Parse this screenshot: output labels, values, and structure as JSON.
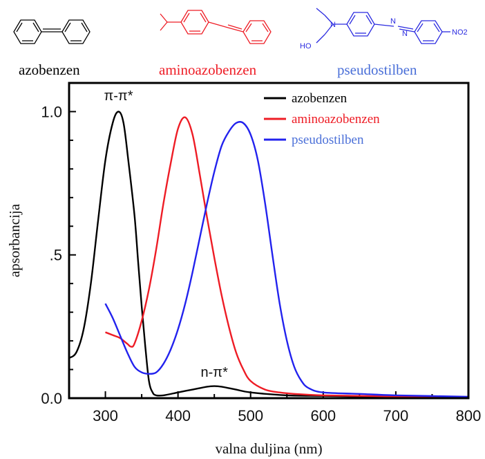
{
  "molecules": [
    {
      "label": "azobenzen",
      "color": "#000000"
    },
    {
      "label": "aminoazobenzen",
      "color": "#ee1c25"
    },
    {
      "label": "pseudostilben",
      "color": "#4a6fd8",
      "atoms": {
        "n1": "N",
        "n2": "N",
        "n3": "N",
        "ho": "HO",
        "no2": "NO2"
      }
    }
  ],
  "chart_data": {
    "type": "line",
    "xlabel": "valna duljina (nm)",
    "ylabel": "apsorbancija",
    "xlim": [
      250,
      800
    ],
    "ylim": [
      0,
      1.1
    ],
    "xticks": [
      300,
      400,
      500,
      600,
      700,
      800
    ],
    "yticks": [
      {
        "value": 0,
        "label": "0.0"
      },
      {
        "value": 0.5,
        "label": ".5"
      },
      {
        "value": 1.0,
        "label": "1.0"
      }
    ],
    "legend_position": "top-right",
    "annotations": [
      {
        "text": "π-π*",
        "x": 318,
        "y": 1.04
      },
      {
        "text": "n-π*",
        "x": 450,
        "y": 0.075
      }
    ],
    "series": [
      {
        "name": "azobenzen",
        "color": "#000000",
        "x": [
          250,
          260,
          270,
          280,
          290,
          300,
          310,
          318,
          325,
          332,
          340,
          345,
          350,
          355,
          360,
          365,
          370,
          380,
          400,
          420,
          440,
          450,
          460,
          480,
          500,
          550,
          600,
          650,
          700,
          800
        ],
        "y": [
          0.14,
          0.16,
          0.24,
          0.4,
          0.62,
          0.83,
          0.96,
          1.0,
          0.96,
          0.82,
          0.64,
          0.48,
          0.32,
          0.18,
          0.06,
          0.02,
          0.01,
          0.01,
          0.02,
          0.03,
          0.04,
          0.042,
          0.04,
          0.03,
          0.02,
          0.01,
          0.008,
          0.006,
          0.005,
          0.003
        ]
      },
      {
        "name": "aminoazobenzen",
        "color": "#ee1c25",
        "x": [
          300,
          310,
          320,
          330,
          335,
          340,
          350,
          360,
          370,
          380,
          390,
          400,
          410,
          420,
          430,
          440,
          450,
          460,
          470,
          480,
          490,
          500,
          520,
          540,
          560,
          600,
          650,
          700,
          800
        ],
        "y": [
          0.23,
          0.22,
          0.21,
          0.19,
          0.18,
          0.19,
          0.27,
          0.38,
          0.52,
          0.68,
          0.82,
          0.94,
          0.98,
          0.92,
          0.78,
          0.63,
          0.49,
          0.36,
          0.25,
          0.16,
          0.1,
          0.06,
          0.03,
          0.02,
          0.015,
          0.01,
          0.008,
          0.006,
          0.004
        ]
      },
      {
        "name": "pseudostilben",
        "color": "#2222ee",
        "x": [
          300,
          310,
          320,
          330,
          340,
          350,
          360,
          370,
          380,
          390,
          400,
          410,
          420,
          430,
          440,
          450,
          460,
          470,
          480,
          490,
          500,
          510,
          520,
          530,
          540,
          550,
          560,
          570,
          580,
          600,
          650,
          700,
          800
        ],
        "y": [
          0.33,
          0.28,
          0.22,
          0.16,
          0.11,
          0.09,
          0.085,
          0.09,
          0.12,
          0.17,
          0.24,
          0.33,
          0.44,
          0.56,
          0.68,
          0.79,
          0.88,
          0.93,
          0.96,
          0.96,
          0.92,
          0.83,
          0.68,
          0.5,
          0.33,
          0.2,
          0.11,
          0.06,
          0.035,
          0.02,
          0.015,
          0.01,
          0.005
        ]
      }
    ]
  }
}
